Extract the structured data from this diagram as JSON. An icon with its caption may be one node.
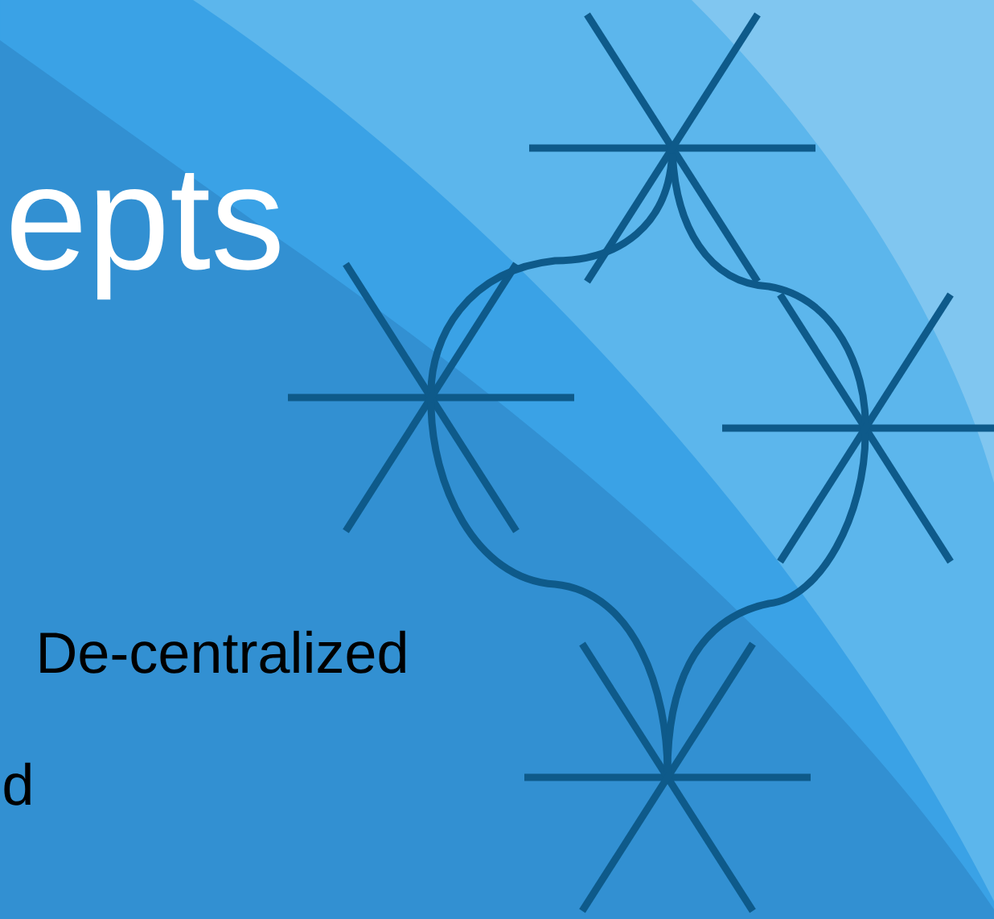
{
  "diagram": {
    "title": "epts",
    "nodes": [
      {
        "text": [],
        "shape": "star"
      },
      {
        "text": [],
        "shape": "star"
      },
      {
        "text": [],
        "shape": "star"
      },
      {
        "text": [],
        "shape": "star"
      }
    ],
    "edges": [
      {
        "from": 0,
        "to": 1,
        "arrow": "none"
      },
      {
        "from": 0,
        "to": 2,
        "arrow": "none"
      },
      {
        "from": 1,
        "to": 3,
        "arrow": "none"
      },
      {
        "from": 2,
        "to": 3,
        "arrow": "none"
      }
    ],
    "labels": [
      "De-centralized",
      "d"
    ]
  }
}
